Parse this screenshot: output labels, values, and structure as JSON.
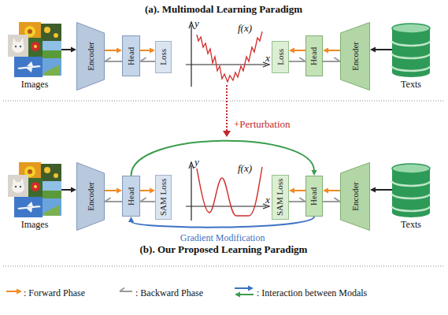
{
  "diagram": {
    "title": "(a). Multimodal Learning Paradigm",
    "nodes": [
      {
        "text": [
          "Images"
        ]
      },
      {
        "text": [
          "Encoder"
        ]
      },
      {
        "text": [
          "Head"
        ]
      },
      {
        "text": [
          "Loss"
        ]
      },
      {
        "text": [
          "Loss"
        ]
      },
      {
        "text": [
          "Head"
        ]
      },
      {
        "text": [
          "Encoder"
        ]
      },
      {
        "text": [
          "Texts"
        ]
      },
      {
        "text": [
          "Images"
        ]
      },
      {
        "text": [
          "Encoder"
        ]
      },
      {
        "text": [
          "Head"
        ]
      },
      {
        "text": [
          "SAM Loss"
        ]
      },
      {
        "text": [
          "SAM Loss"
        ]
      },
      {
        "text": [
          "Head"
        ]
      },
      {
        "text": [
          "Encoder"
        ]
      },
      {
        "text": [
          "Texts"
        ]
      }
    ],
    "edges": [
      {
        "from": 0,
        "to": 1,
        "arrow": "to"
      },
      {
        "from": 1,
        "to": 2,
        "arrow": "to"
      },
      {
        "from": 2,
        "to": 1,
        "arrow": "to"
      },
      {
        "from": 2,
        "to": 3,
        "arrow": "to"
      },
      {
        "from": 3,
        "to": 2,
        "arrow": "to"
      },
      {
        "from": 7,
        "to": 6,
        "arrow": "to"
      },
      {
        "from": 6,
        "to": 5,
        "arrow": "to"
      },
      {
        "from": 5,
        "to": 6,
        "arrow": "to"
      },
      {
        "from": 5,
        "to": 4,
        "arrow": "to"
      },
      {
        "from": 4,
        "to": 5,
        "arrow": "to"
      },
      {
        "from": 8,
        "to": 9,
        "arrow": "to"
      },
      {
        "from": 9,
        "to": 10,
        "arrow": "to"
      },
      {
        "from": 10,
        "to": 9,
        "arrow": "to"
      },
      {
        "from": 10,
        "to": 11,
        "arrow": "to"
      },
      {
        "from": 11,
        "to": 10,
        "arrow": "to"
      },
      {
        "from": 15,
        "to": 14,
        "arrow": "to"
      },
      {
        "from": 14,
        "to": 13,
        "arrow": "to"
      },
      {
        "from": 13,
        "to": 14,
        "arrow": "to"
      },
      {
        "from": 13,
        "to": 12,
        "arrow": "to"
      },
      {
        "from": 12,
        "to": 13,
        "arrow": "to"
      },
      {
        "from": 10,
        "to": 13,
        "arrow": "to"
      },
      {
        "from": 13,
        "to": 10,
        "arrow": "to",
        "label": "Gradient Modification"
      }
    ],
    "labels": [
      "y",
      "x",
      "f(x)",
      "+Perturbation",
      "y",
      "x",
      "f(x)",
      "(b). Our Proposed Learning Paradigm"
    ],
    "legend": [
      {
        "text": ": Forward Phase"
      },
      {
        "text": ": Backward Phase"
      },
      {
        "text": ": Interaction between Modals"
      }
    ]
  }
}
